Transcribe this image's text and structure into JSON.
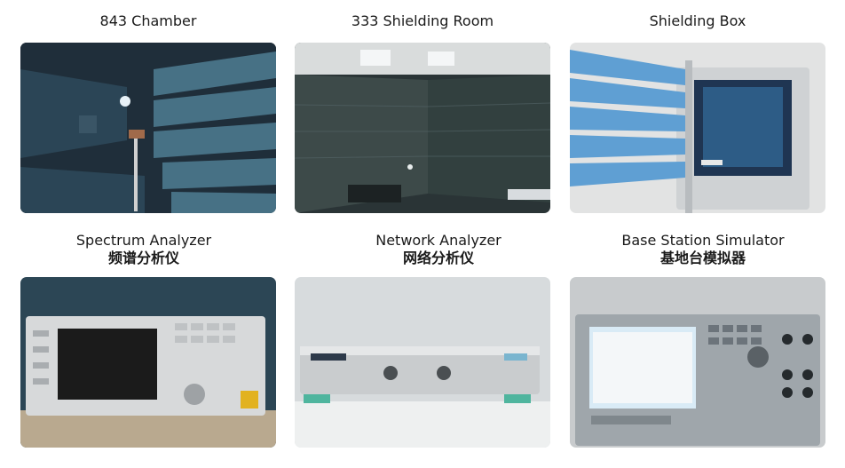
{
  "items": [
    {
      "title": "843 Chamber",
      "subtitle": ""
    },
    {
      "title": "333 Shielding Room",
      "subtitle": ""
    },
    {
      "title": "Shielding Box",
      "subtitle": ""
    },
    {
      "title": "Spectrum Analyzer",
      "subtitle": "频谱分析仪"
    },
    {
      "title": "Network Analyzer",
      "subtitle": "网络分析仪"
    },
    {
      "title": "Base Station Simulator",
      "subtitle": "基地台模拟器"
    }
  ],
  "colors": {
    "chamber_dark": "#1f2e3a",
    "absorber_teal": "#4f7d93",
    "shield_blue": "#5f9fd3",
    "instrument_gray": "#d8dadb",
    "screen_dark": "#1b1b1b"
  }
}
